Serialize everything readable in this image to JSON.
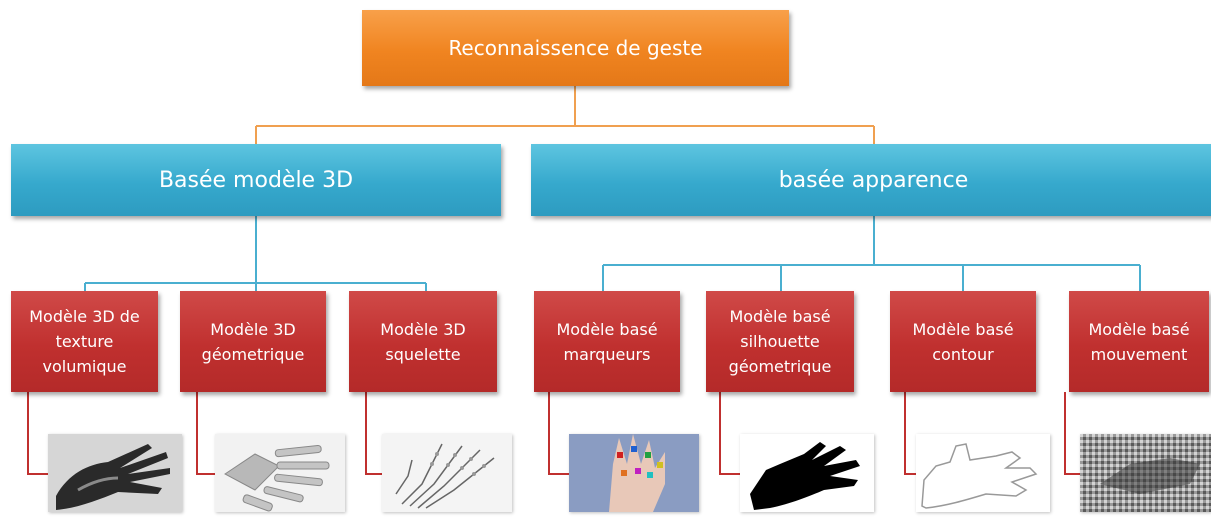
{
  "root": {
    "label": "Reconnaissence de geste"
  },
  "categories": [
    {
      "label": "Basée modèle 3D"
    },
    {
      "label": "basée apparence"
    }
  ],
  "leaves": [
    {
      "label": "Modèle 3D de\ntexture\nvolumique"
    },
    {
      "label": "Modèle 3D\ngéometrique"
    },
    {
      "label": "Modèle 3D\nsquelette"
    },
    {
      "label": "Modèle basé\nmarqueurs"
    },
    {
      "label": "Modèle basé\nsilhouette\ngéometrique"
    },
    {
      "label": "Modèle basé\ncontour"
    },
    {
      "label": "Modèle basé\nmouvement"
    }
  ],
  "colors": {
    "root": "#f08420",
    "category": "#36a9cd",
    "leaf": "#c0302f",
    "connector_orange": "#f0a050",
    "connector_blue": "#4aafd0",
    "connector_red": "#c0302f"
  }
}
